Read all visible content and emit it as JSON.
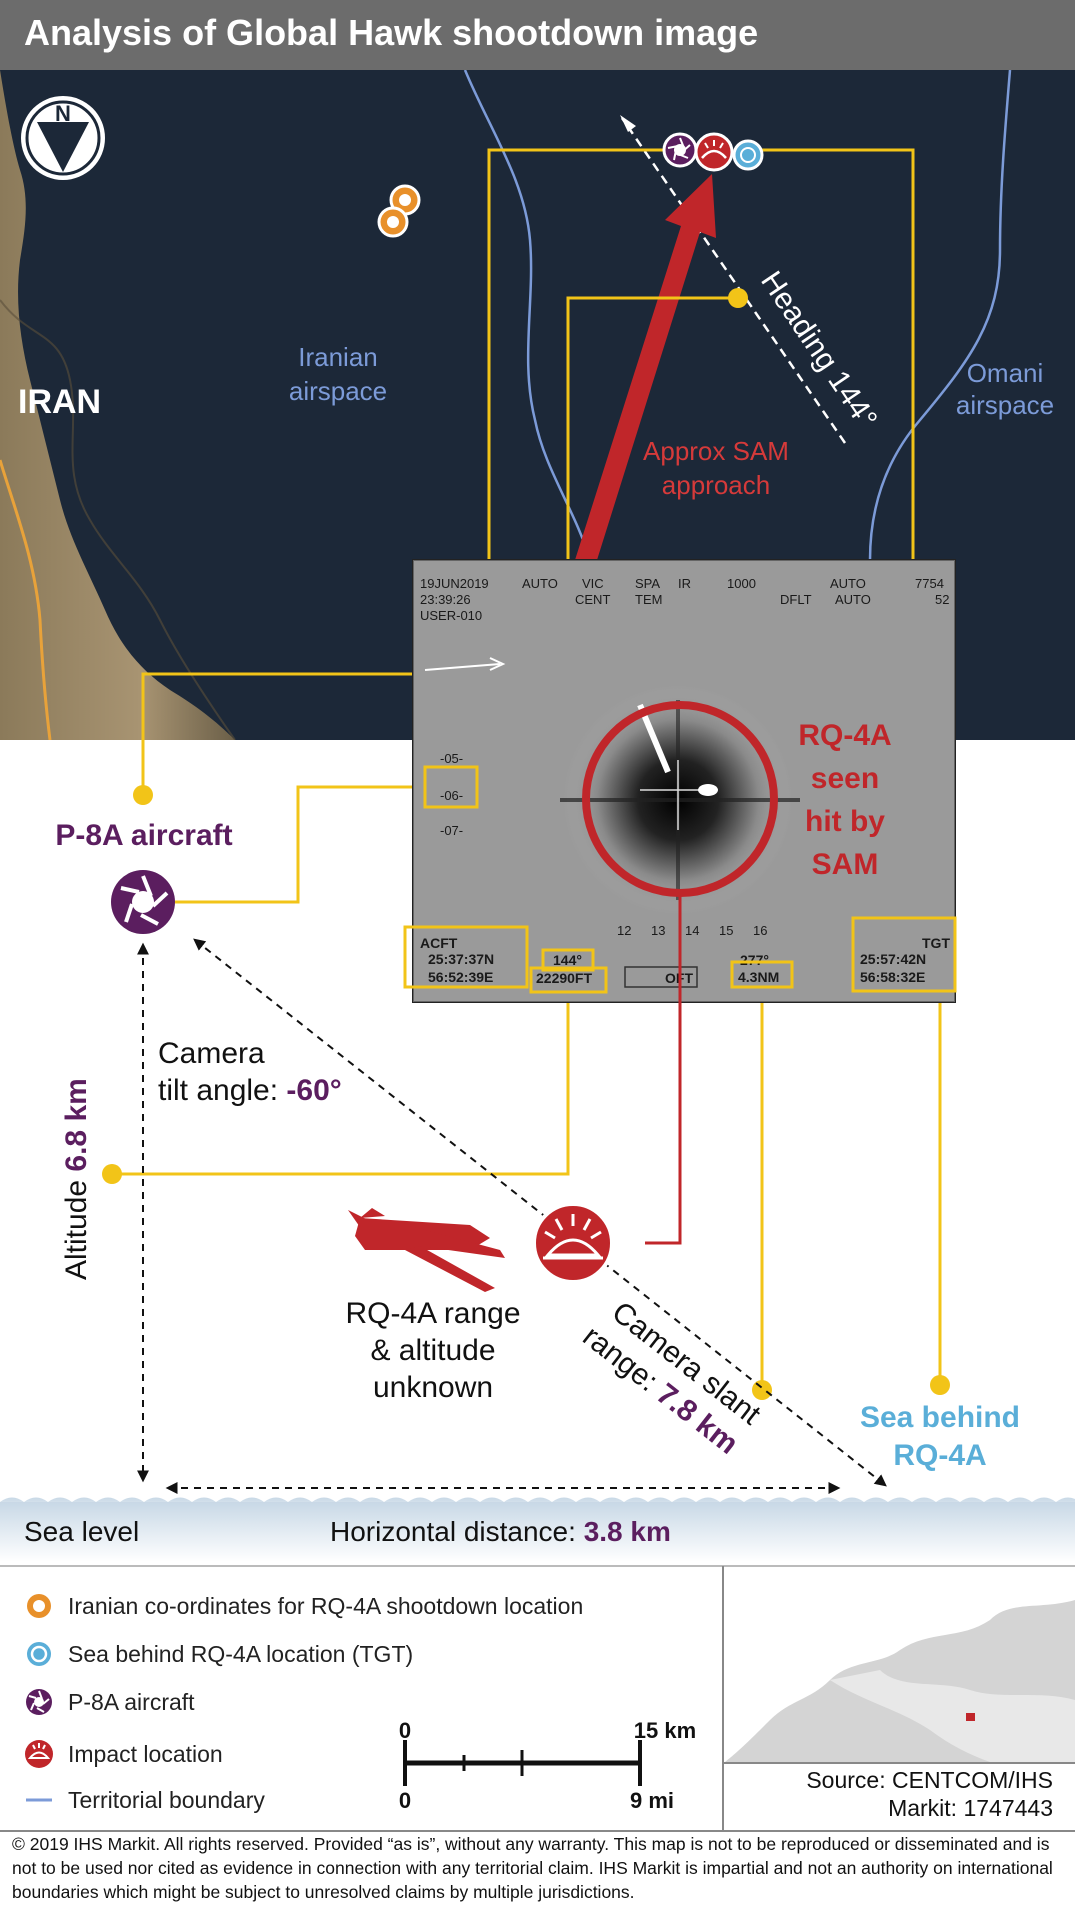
{
  "title": "Analysis of Global Hawk shootdown image",
  "compass": {
    "label": "N"
  },
  "map": {
    "country_label": "IRAN",
    "iranian_airspace": [
      "Iranian",
      "airspace"
    ],
    "omani_airspace": [
      "Omani",
      "airspace"
    ],
    "heading": "Heading 144°",
    "sam_approach": [
      "Approx SAM",
      "approach"
    ]
  },
  "frame": {
    "top_left": [
      "19JUN2019",
      "23:39:26",
      "USER-010"
    ],
    "top_tags": [
      "AUTO",
      "VIC",
      "SPA",
      "IR",
      "1000",
      "AUTO",
      "7754"
    ],
    "top_sub": [
      "CENT",
      "TEM",
      "DFLT",
      "AUTO",
      "52"
    ],
    "ladder": [
      "-05-",
      "-06-",
      "-07-"
    ],
    "scale_ticks": [
      "12",
      "13",
      "14",
      "15",
      "16"
    ],
    "acft_label": "ACFT",
    "acft_lat": "25:37:37N",
    "acft_lon": "56:52:39E",
    "heading_value": "144°",
    "altitude_value": "22290FT",
    "oft": "OFT",
    "bearing": "277°",
    "slant_nm": "4.3NM",
    "tgt_label": "TGT",
    "tgt_lat": "25:57:42N",
    "tgt_lon": "56:58:32E"
  },
  "hit_label": [
    "RQ-4A",
    "seen",
    "hit by",
    "SAM"
  ],
  "p8a_label": "P-8A aircraft",
  "camera_tilt": {
    "line1": "Camera",
    "line2": "tilt angle: ",
    "value": "-60°"
  },
  "altitude": {
    "text": "Altitude ",
    "value": "6.8 km"
  },
  "rq4a_unknown": [
    "RQ-4A range",
    "& altitude",
    "unknown"
  ],
  "camera_slant": {
    "line1": "Camera slant",
    "line2": "range: ",
    "value": "7.8 km"
  },
  "sea_behind": [
    "Sea behind",
    "RQ-4A"
  ],
  "sea_level": "Sea level",
  "horizontal": {
    "text": "Horizontal distance: ",
    "value": "3.8 km"
  },
  "legend": [
    {
      "icon": "orange-ring-icon",
      "label": "Iranian co-ordinates for RQ-4A shootdown location"
    },
    {
      "icon": "blue-ring-icon",
      "label": "Sea behind RQ-4A location (TGT)"
    },
    {
      "icon": "aperture-icon",
      "label": "P-8A aircraft"
    },
    {
      "icon": "impact-icon",
      "label": "Impact location"
    },
    {
      "icon": "boundary-line-icon",
      "label": "Territorial boundary"
    }
  ],
  "scalebar": {
    "km0": "0",
    "km": "15 km",
    "mi0": "0",
    "mi": "9 mi"
  },
  "source": [
    "Source: CENTCOM/IHS",
    "Markit: 1747443"
  ],
  "copyright": "© 2019 IHS Markit. All rights reserved. Provided “as is”, without any warranty. This map is not to be reproduced or disseminated and is not to be used nor cited as evidence in connection with any territorial claim. IHS Markit is impartial and not an authority on international boundaries which might be subject to unresolved claims by multiple jurisdictions.",
  "colors": {
    "sea": "#1c2838",
    "yellow": "#f2c418",
    "red": "#c0262a",
    "purple": "#5b1e5f",
    "boundary": "#7c9bd8",
    "sea_label": "#5aaed8",
    "orange": "#e8902a"
  }
}
